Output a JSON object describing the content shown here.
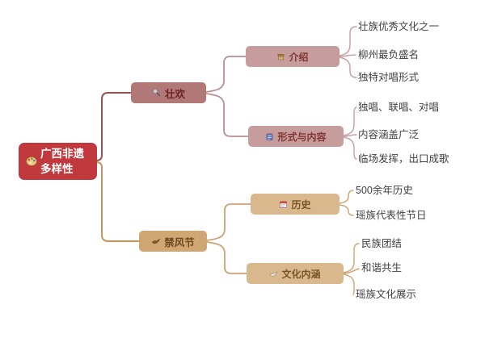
{
  "root": {
    "line1": "广西非遗",
    "line2": "多样性",
    "full_label": "广西非遗多样性",
    "icon": "palette-icon"
  },
  "branches": [
    {
      "label": "壮欢",
      "icon": "microphone-icon",
      "children": [
        {
          "label": "介绍",
          "icon": "book-icon",
          "leaves": [
            "壮族优秀文化之一",
            "柳州最负盛名",
            "独特对唱形式"
          ]
        },
        {
          "label": "形式与内容",
          "icon": "sheet-music-icon",
          "leaves": [
            "独唱、联唱、对唱",
            "内容涵盖广泛",
            "临场发挥，出口成歌"
          ]
        }
      ]
    },
    {
      "label": "禁风节",
      "icon": "dove-icon",
      "children": [
        {
          "label": "历史",
          "icon": "calendar-icon",
          "leaves": [
            "500余年历史",
            "瑶族代表性节日"
          ]
        },
        {
          "label": "文化内涵",
          "icon": "dove-icon",
          "leaves": [
            "民族团结",
            "和谐共生",
            "瑶族文化展示"
          ]
        }
      ]
    }
  ],
  "colors": {
    "root_bg": "#c1393d",
    "root_text": "#ffffff",
    "branch_zhuanghuan_bg": "#b17878",
    "branch_zhuanghuan_child_bg": "#c69c9c",
    "branch_zhuanghuan_line": "#9b4f4f",
    "branch_zhuanghuan_child_line": "#c7a3a3",
    "branch_jinfengjie_bg": "#d0a674",
    "branch_jinfengjie_child_bg": "#d9b88e",
    "branch_jinfengjie_line": "#c6935a",
    "branch_jinfengjie_child_line": "#d0a878",
    "leaf_text": "#3f3f3f",
    "background": "#ffffff"
  }
}
